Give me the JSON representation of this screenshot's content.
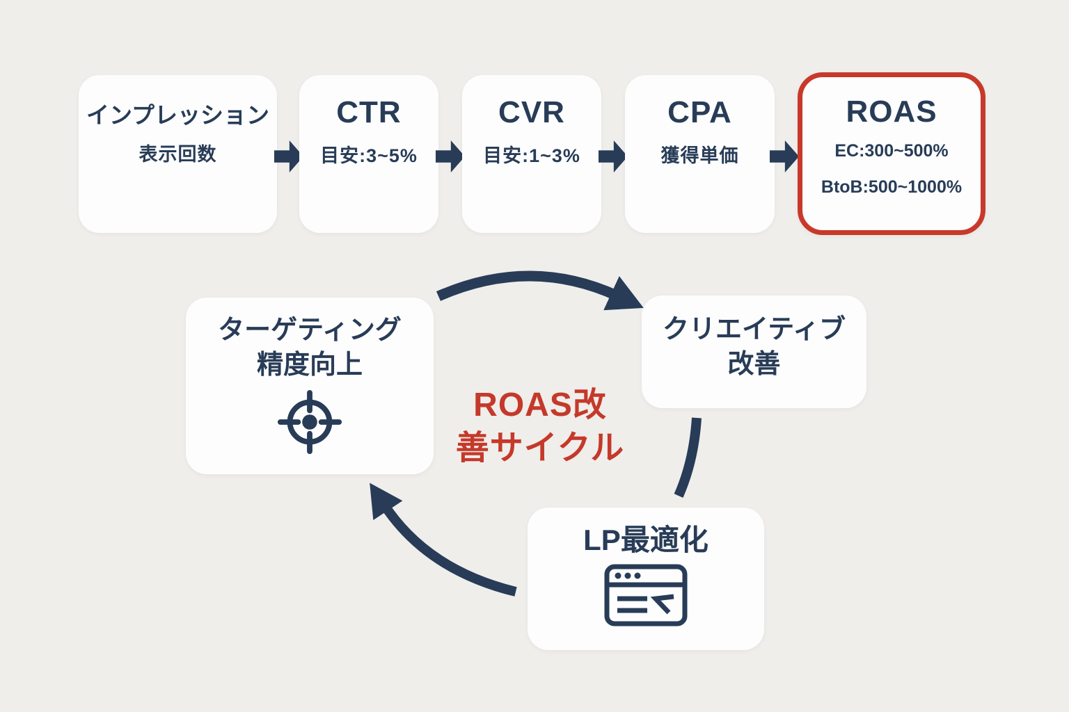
{
  "colors": {
    "background": "#efeeeb",
    "card": "#fdfdfd",
    "navy": "#283c57",
    "red": "#c8392a"
  },
  "funnel": {
    "steps": [
      {
        "title": "インプレッション",
        "subtitle": "表示回数"
      },
      {
        "title": "CTR",
        "subtitle": "目安:3~5%"
      },
      {
        "title": "CVR",
        "subtitle": "目安:1~3%"
      },
      {
        "title": "CPA",
        "subtitle": "獲得単価"
      },
      {
        "title": "ROAS",
        "subtitle": "EC:300~500%",
        "subtitle2": "BtoB:500~1000%",
        "highlighted": true
      }
    ]
  },
  "cycle": {
    "title_line1": "ROAS改",
    "title_line2": "善サイクル",
    "nodes": [
      {
        "line1": "ターゲティング",
        "line2": "精度向上",
        "icon": "target-icon"
      },
      {
        "line1": "クリエイティブ",
        "line2": "改善"
      },
      {
        "line1": "LP最適化",
        "icon": "browser-window-icon"
      }
    ]
  }
}
